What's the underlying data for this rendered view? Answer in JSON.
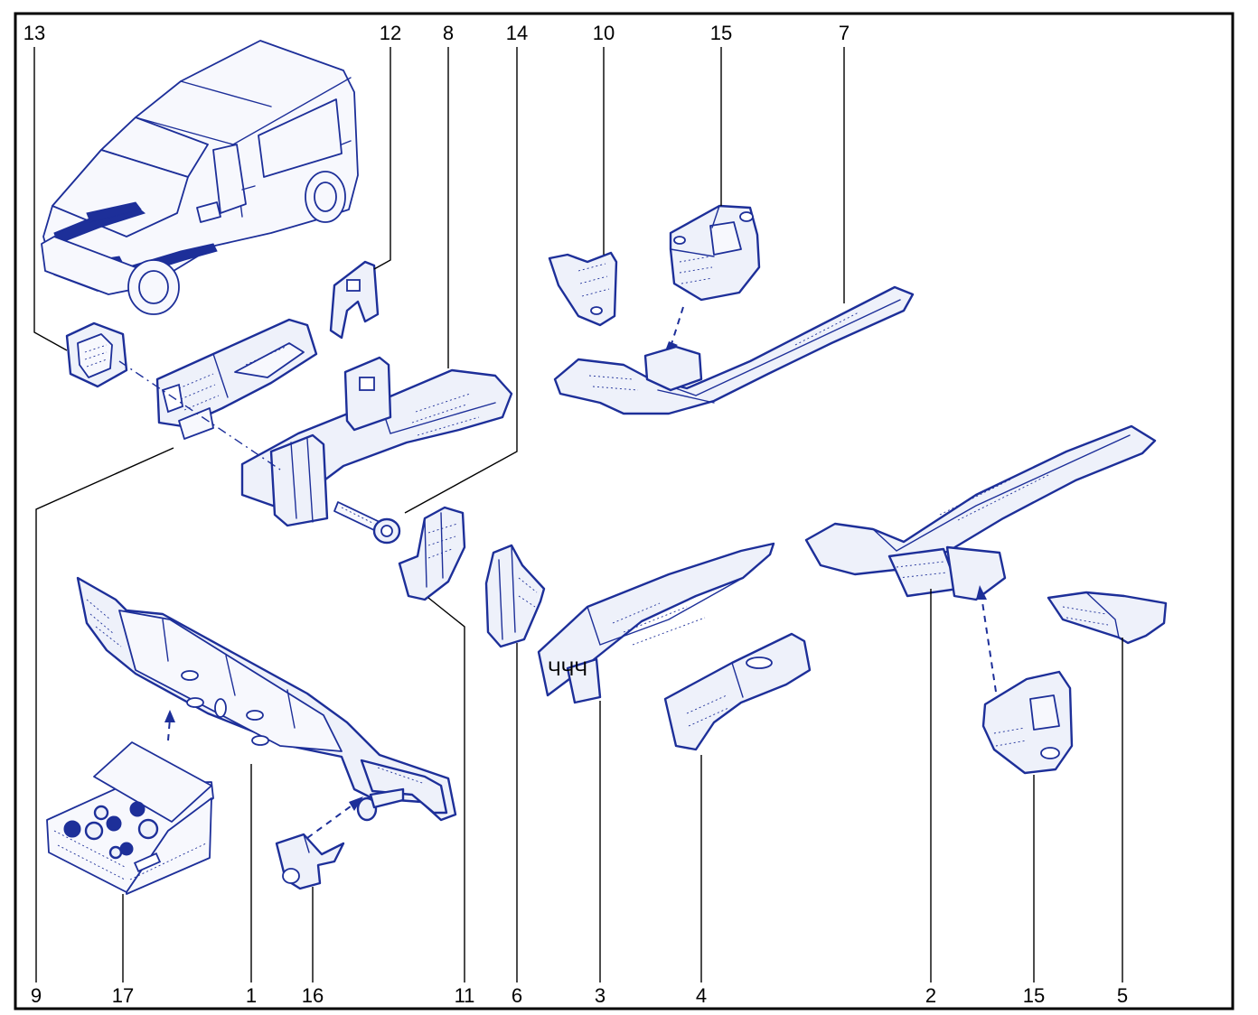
{
  "diagram": {
    "callouts_top": {
      "c13": "13",
      "c12": "12",
      "c8": "8",
      "c14": "14",
      "c10": "10",
      "c15a": "15",
      "c7": "7"
    },
    "callouts_bottom": {
      "c9": "9",
      "c17": "17",
      "c1": "1",
      "c16": "16",
      "c11": "11",
      "c6": "6",
      "c3": "3",
      "c4": "4",
      "c2": "2",
      "c15b": "15",
      "c5": "5"
    },
    "part_marking": "ЧЧЧ",
    "colors": {
      "line": "#1d2f99",
      "fill": "#eef1fa",
      "frame": "#000000"
    }
  }
}
